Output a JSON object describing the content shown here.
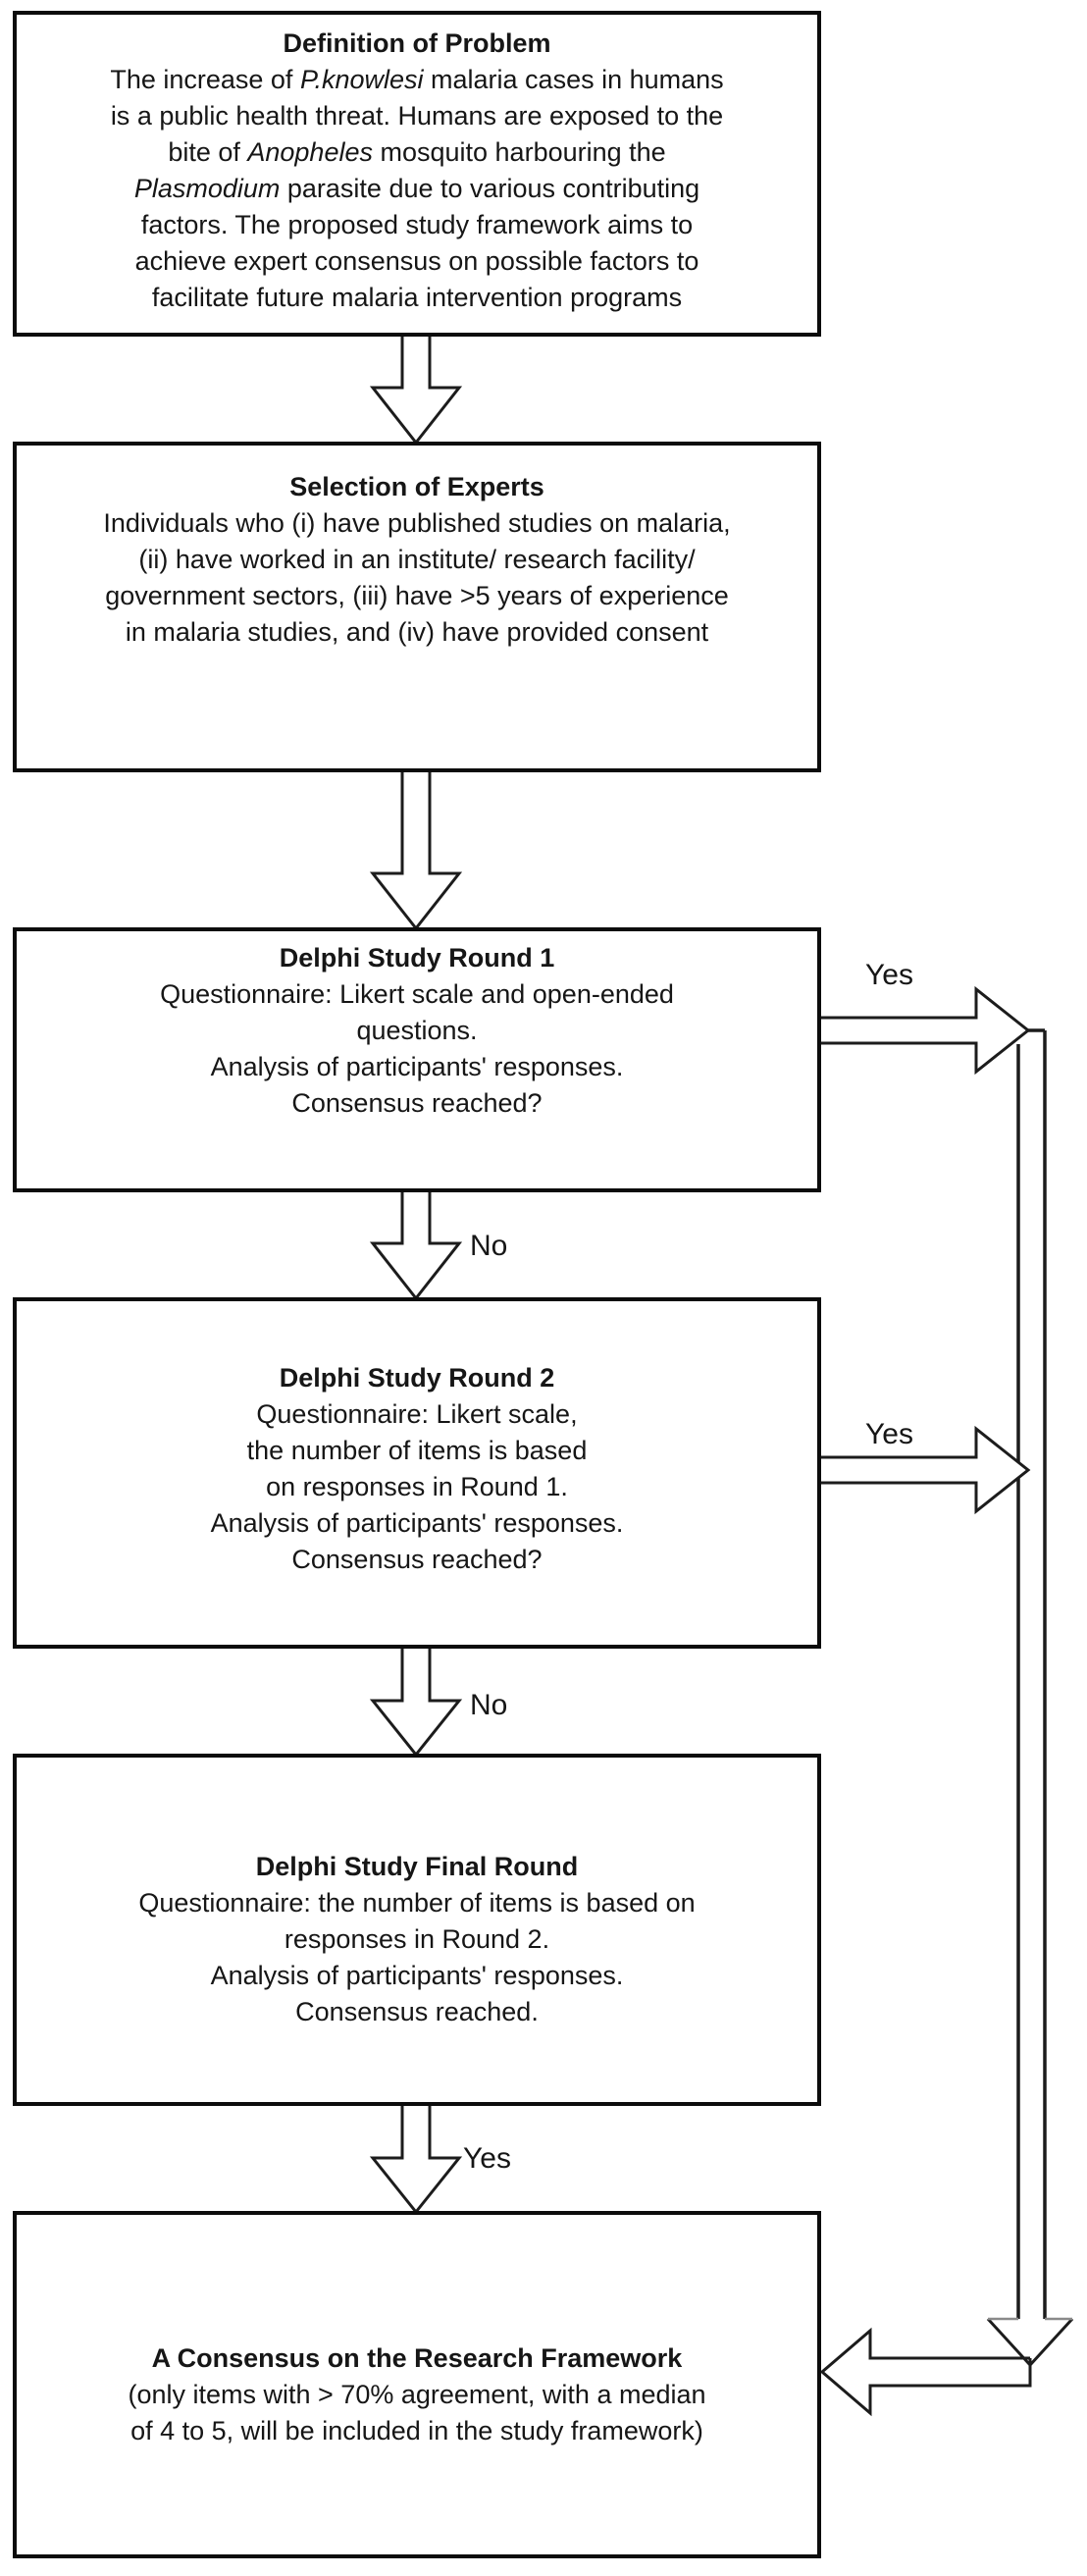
{
  "figure": {
    "type": "flowchart",
    "background": "#ffffff",
    "ink": "#161616",
    "boxes": [
      {
        "id": "problem",
        "title": "Definition of Problem",
        "lines": [
          [
            {
              "t": "The increase of "
            },
            {
              "t": "P.knowlesi",
              "i": true
            },
            {
              "t": " malaria cases in humans"
            }
          ],
          [
            {
              "t": "is a public health threat. Humans are exposed to the"
            }
          ],
          [
            {
              "t": "bite of "
            },
            {
              "t": "Anopheles",
              "i": true
            },
            {
              "t": " mosquito harbouring the"
            }
          ],
          [
            {
              "t": "Plasmodium",
              "i": true
            },
            {
              "t": " parasite due to various contributing"
            }
          ],
          [
            {
              "t": "factors. The proposed study framework aims to"
            }
          ],
          [
            {
              "t": "achieve expert consensus on possible factors to"
            }
          ],
          [
            {
              "t": "facilitate future malaria intervention programs"
            }
          ]
        ]
      },
      {
        "id": "experts",
        "title": "Selection of Experts",
        "lines": [
          [
            {
              "t": "Individuals who (i) have published studies on malaria,"
            }
          ],
          [
            {
              "t": "(ii) have worked in an institute/ research facility/"
            }
          ],
          [
            {
              "t": "government sectors, (iii) have >5 years of experience"
            }
          ],
          [
            {
              "t": "in malaria studies, and (iv) have provided consent"
            }
          ]
        ]
      },
      {
        "id": "round1",
        "title": "Delphi Study Round 1",
        "lines": [
          [
            {
              "t": "Questionnaire: Likert scale and open-ended"
            }
          ],
          [
            {
              "t": "questions."
            }
          ],
          [
            {
              "t": "Analysis of participants' responses."
            }
          ],
          [
            {
              "t": "Consensus reached?"
            }
          ]
        ]
      },
      {
        "id": "round2",
        "title": "Delphi Study Round 2",
        "lines": [
          [
            {
              "t": "Questionnaire: Likert scale,"
            }
          ],
          [
            {
              "t": "the number of items is based"
            }
          ],
          [
            {
              "t": "on responses in Round 1."
            }
          ],
          [
            {
              "t": "Analysis of participants' responses."
            }
          ],
          [
            {
              "t": "Consensus reached?"
            }
          ]
        ]
      },
      {
        "id": "final_round",
        "title": "Delphi Study Final Round",
        "lines": [
          [
            {
              "t": "Questionnaire: the number of items is based on"
            }
          ],
          [
            {
              "t": "responses in Round 2."
            }
          ],
          [
            {
              "t": "Analysis of participants' responses."
            }
          ],
          [
            {
              "t": "Consensus reached."
            }
          ]
        ]
      },
      {
        "id": "consensus",
        "title": "A Consensus on the Research Framework",
        "lines": [
          [
            {
              "t": "(only items with > 70% agreement, with a median"
            }
          ],
          [
            {
              "t": "of 4 to 5, will be included in the study framework)"
            }
          ]
        ]
      }
    ],
    "labels": {
      "yes_round1": "Yes",
      "no_round1": "No",
      "yes_round2": "Yes",
      "no_round2": "No",
      "yes_final": "Yes"
    },
    "connectors": [
      {
        "from": "problem",
        "to": "experts",
        "label": ""
      },
      {
        "from": "experts",
        "to": "round1",
        "label": ""
      },
      {
        "from": "round1",
        "to": "round2",
        "label": "No"
      },
      {
        "from": "round1",
        "to": "consensus",
        "label": "Yes"
      },
      {
        "from": "round2",
        "to": "final_round",
        "label": "No"
      },
      {
        "from": "round2",
        "to": "consensus",
        "label": "Yes"
      },
      {
        "from": "final_round",
        "to": "consensus",
        "label": "Yes"
      }
    ]
  }
}
